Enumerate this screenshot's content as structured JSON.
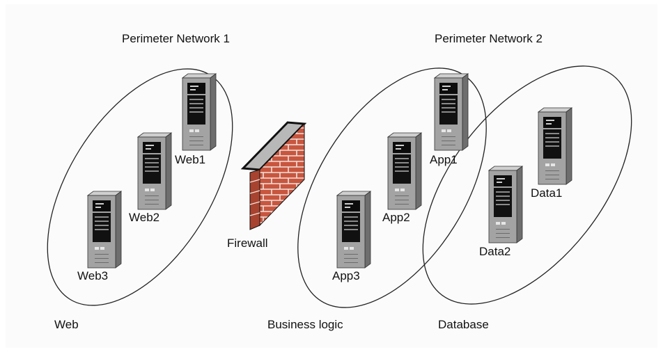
{
  "diagram": {
    "colors": {
      "background": "#fbfbfb",
      "ellipse_stroke": "#222222",
      "server_body": "#9c9c9c",
      "server_side": "#6e6e6e",
      "server_top": "#cfcfcf",
      "server_panel": "#0c0c0c",
      "brick": "#c8563f",
      "mortar": "#f0e2dc",
      "wall_cap": "#b0b0b0"
    },
    "groups": [
      {
        "id": "perimeter1",
        "title": "Perimeter Network 1",
        "zone": "Web"
      },
      {
        "id": "business",
        "title": "Perimeter Network 2",
        "zone": "Business logic"
      },
      {
        "id": "database",
        "title": "",
        "zone": "Database"
      }
    ],
    "servers": {
      "web1": {
        "label": "Web1",
        "icon": "server-tower-icon"
      },
      "web2": {
        "label": "Web2",
        "icon": "server-tower-icon"
      },
      "web3": {
        "label": "Web3",
        "icon": "server-tower-icon"
      },
      "app1": {
        "label": "App1",
        "icon": "server-tower-icon"
      },
      "app2": {
        "label": "App2",
        "icon": "server-tower-icon"
      },
      "app3": {
        "label": "App3",
        "icon": "server-tower-icon"
      },
      "data1": {
        "label": "Data1",
        "icon": "server-tower-icon"
      },
      "data2": {
        "label": "Data2",
        "icon": "server-tower-icon"
      }
    },
    "firewall": {
      "label": "Firewall",
      "icon": "brick-wall-icon"
    }
  }
}
